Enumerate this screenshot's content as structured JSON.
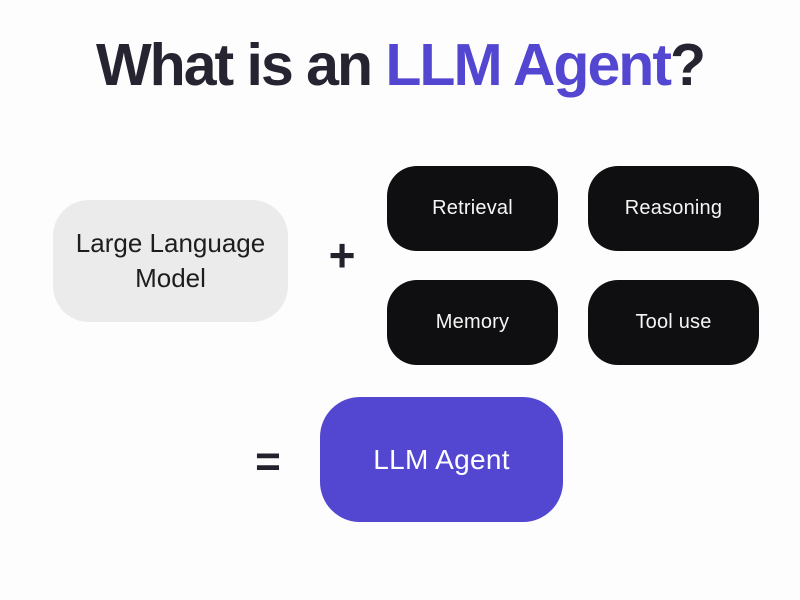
{
  "title": {
    "prefix": "What is an ",
    "highlight": "LLM Agent",
    "suffix": "?"
  },
  "formula": {
    "input_box": {
      "label": "Large Language Model"
    },
    "plus_operator": "+",
    "capabilities": [
      {
        "label": "Retrieval"
      },
      {
        "label": "Reasoning"
      },
      {
        "label": "Memory"
      },
      {
        "label": "Tool use"
      }
    ],
    "equals_operator": "=",
    "result_box": {
      "label": "LLM Agent"
    }
  },
  "colors": {
    "background": "#fdfdfd",
    "title_text": "#262430",
    "accent_purple": "#5347d2",
    "input_box_bg": "#ebebec",
    "input_box_text": "#1d1d1f",
    "capability_box_bg": "#0f0e10",
    "capability_box_text": "#f5f5f5",
    "result_box_text": "#ffffff",
    "operator_color": "#23222c"
  }
}
